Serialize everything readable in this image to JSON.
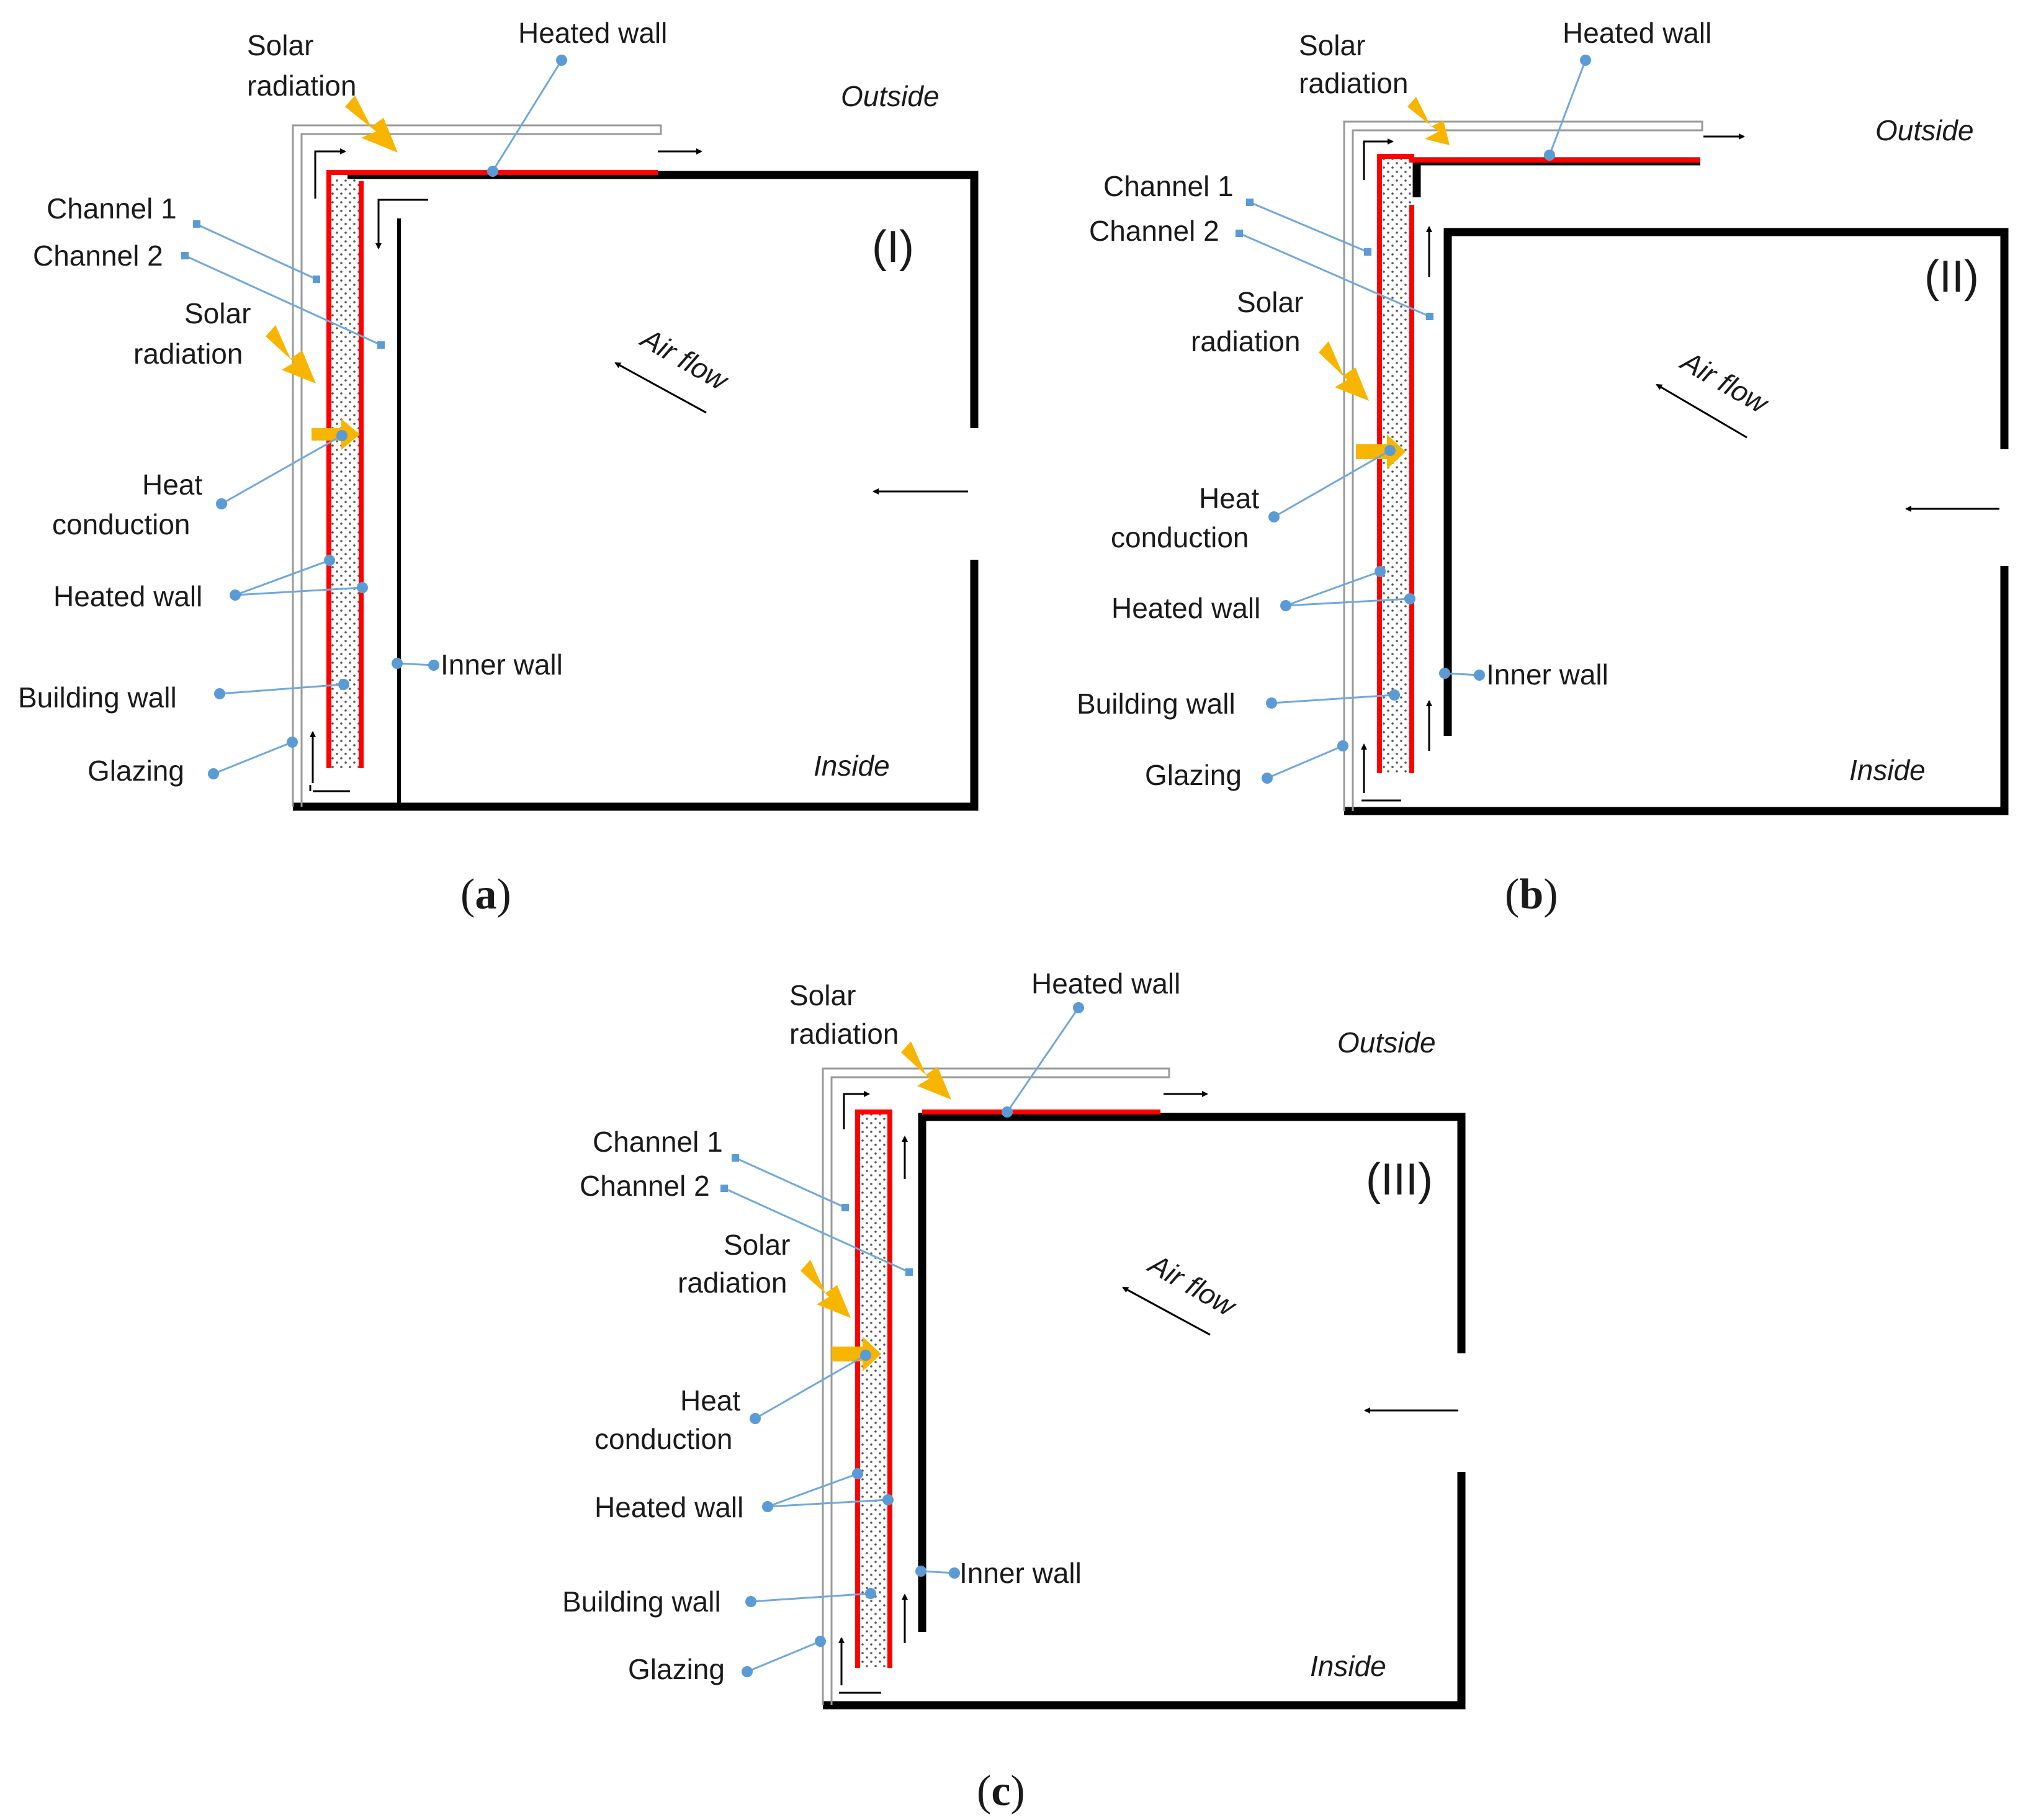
{
  "labels": {
    "solar_radiation_1": "Solar",
    "solar_radiation_2": "radiation",
    "heated_wall": "Heated wall",
    "outside": "Outside",
    "inside": "Inside",
    "channel_1": "Channel 1",
    "channel_2": "Channel 2",
    "heat_conduction_1": "Heat",
    "heat_conduction_2": "conduction",
    "inner_wall": "Inner wall",
    "building_wall": "Building  wall",
    "glazing": "Glazing",
    "air_flow": "Air flow"
  },
  "panels": [
    {
      "id": "a",
      "roman": "(I)",
      "caption_open": "(",
      "caption_letter": "a",
      "caption_close": ")"
    },
    {
      "id": "b",
      "roman": "(II)",
      "caption_open": "(",
      "caption_letter": "b",
      "caption_close": ")"
    },
    {
      "id": "c",
      "roman": "(III)",
      "caption_open": "(",
      "caption_letter": "c",
      "caption_close": ")"
    }
  ],
  "colors": {
    "heated_wall": "#ff0000",
    "solar_arrow": "#f7b500",
    "leader": "#5b9bd5",
    "structure": "#000000",
    "glazing": "#999999"
  }
}
